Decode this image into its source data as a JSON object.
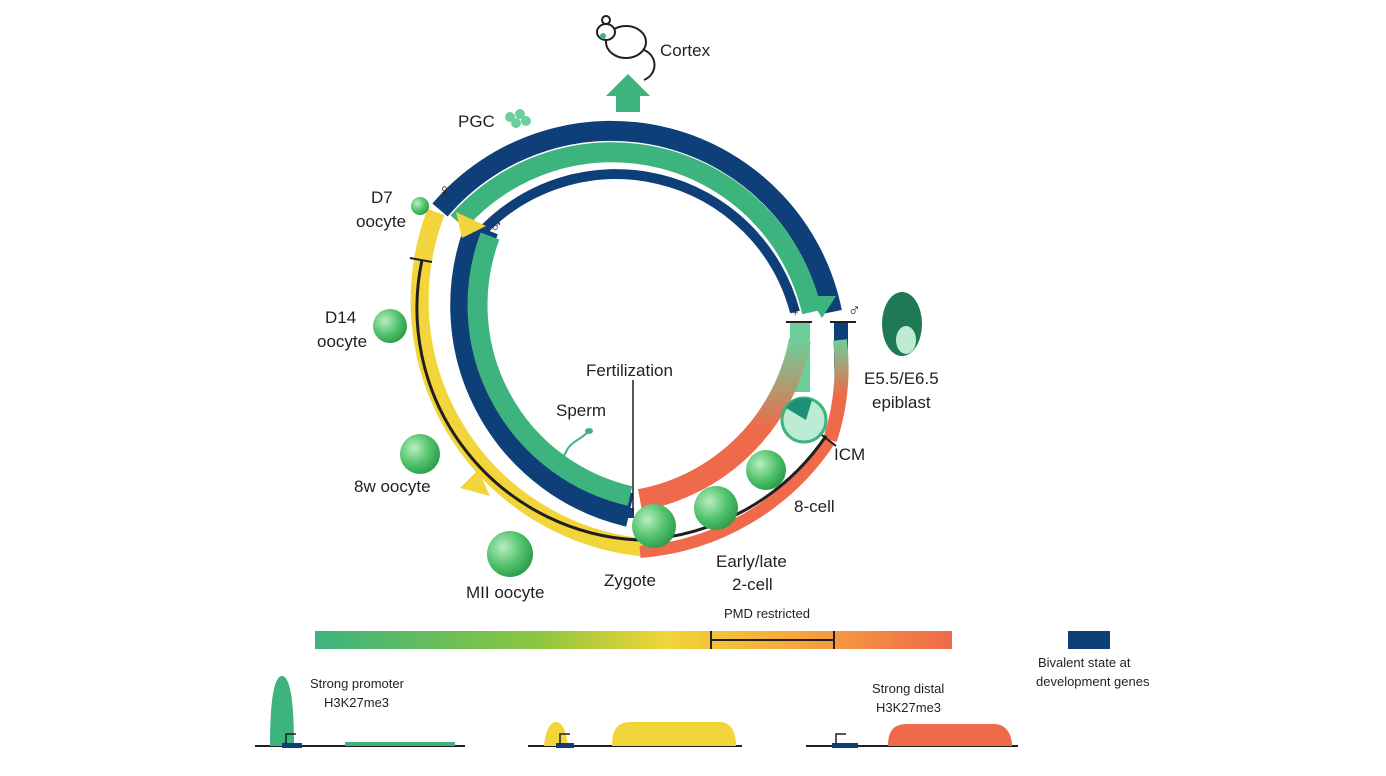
{
  "diagram": {
    "labels": {
      "cortex": "Cortex",
      "pgc": "PGC",
      "d7_line1": "D7",
      "d7_line2": "oocyte",
      "d14_line1": "D14",
      "d14_line2": "oocyte",
      "w8_oocyte": "8w oocyte",
      "mii_oocyte": "MII oocyte",
      "zygote": "Zygote",
      "two_cell_line1": "Early/late",
      "two_cell_line2": "2-cell",
      "eight_cell": "8-cell",
      "icm": "ICM",
      "epiblast_line1": "E5.5/E6.5",
      "epiblast_line2": "epiblast",
      "fertilization": "Fertilization",
      "sperm": "Sperm"
    },
    "sex_symbols": {
      "female": "♀",
      "male": "♂"
    },
    "legend": {
      "pmd_restricted": "PMD restricted",
      "bivalent_line1": "Bivalent state at",
      "bivalent_line2": "development genes",
      "strong_promoter_line1": "Strong promoter",
      "strong_promoter_line2": "H3K27me3",
      "strong_distal_line1": "Strong distal",
      "strong_distal_line2": "H3K27me3"
    },
    "colors": {
      "green": "#3db37e",
      "green_light": "#6ccf9a",
      "yellow": "#f1d53a",
      "orange": "#ef6a4b",
      "navy": "#0e3f78",
      "black": "#231f20"
    }
  }
}
